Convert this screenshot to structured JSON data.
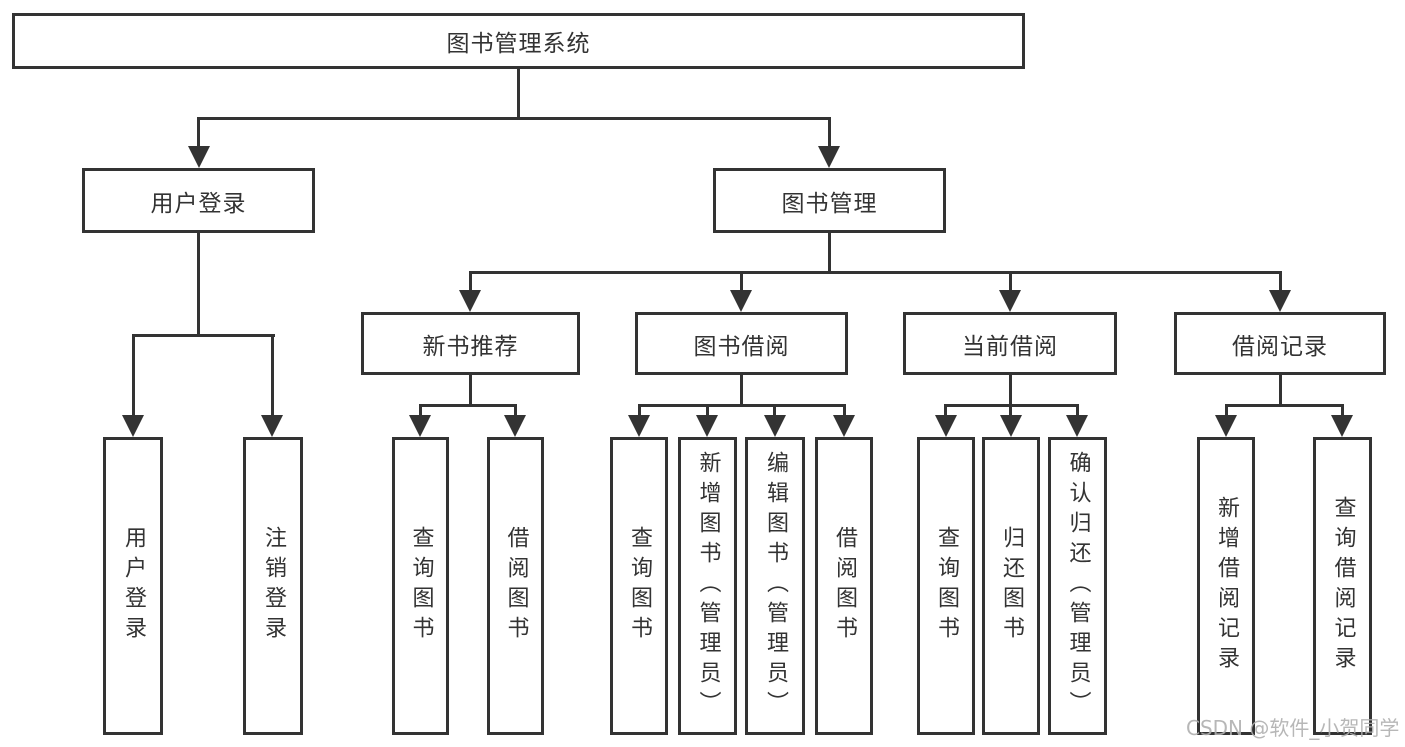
{
  "colors": {
    "line": "#333333",
    "background": "#ffffff",
    "watermark": "#b0b0b0"
  },
  "watermark": {
    "text": "CSDN @软件_小贺同学"
  },
  "tree": {
    "root": {
      "label": "图书管理系统",
      "children": [
        {
          "label": "用户登录",
          "children": [
            {
              "label": "用户登录"
            },
            {
              "label": "注销登录"
            }
          ]
        },
        {
          "label": "图书管理",
          "children": [
            {
              "label": "新书推荐",
              "children": [
                {
                  "label": "查询图书"
                },
                {
                  "label": "借阅图书"
                }
              ]
            },
            {
              "label": "图书借阅",
              "children": [
                {
                  "label": "查询图书"
                },
                {
                  "label": "新增图书（管理员）"
                },
                {
                  "label": "编辑图书（管理员）"
                },
                {
                  "label": "借阅图书"
                }
              ]
            },
            {
              "label": "当前借阅",
              "children": [
                {
                  "label": "查询图书"
                },
                {
                  "label": "归还图书"
                },
                {
                  "label": "确认归还（管理员）"
                }
              ]
            },
            {
              "label": "借阅记录",
              "children": [
                {
                  "label": "新增借阅记录"
                },
                {
                  "label": "查询借阅记录"
                }
              ]
            }
          ]
        }
      ]
    }
  }
}
